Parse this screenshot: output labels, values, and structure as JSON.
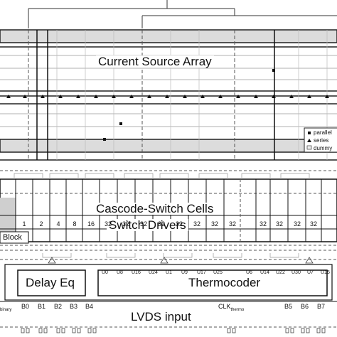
{
  "current_source_array": {
    "title": "Current Source Array",
    "legend": [
      "parallel",
      "series",
      "dummy"
    ]
  },
  "cascode_switch_cells": {
    "title": "Cascode-Switch Cells"
  },
  "switch_drivers": {
    "title": "Switch Drivers"
  },
  "block_label": "Block",
  "cell_weights": [
    "1",
    "2",
    "4",
    "8",
    "16",
    "32",
    "32",
    "32",
    "32",
    "32",
    "32",
    "32",
    "32"
  ],
  "delay_eq": "Delay Eq",
  "thermocoder": "Thermocoder",
  "thermo_units": [
    "U0",
    "U8",
    "U16",
    "U24",
    "U1",
    "U9",
    "U17",
    "U25",
    "U6",
    "U14",
    "U22",
    "U30",
    "U7",
    "U15"
  ],
  "inputs_left": {
    "clk_binary_sub": "binary",
    "bits": [
      "B0",
      "B1",
      "B2",
      "B3",
      "B4"
    ]
  },
  "clk_thermo": {
    "main": "CLK",
    "sub": "thermo"
  },
  "inputs_right": [
    "B5",
    "B6",
    "B7"
  ],
  "lvds_input": "LVDS input"
}
